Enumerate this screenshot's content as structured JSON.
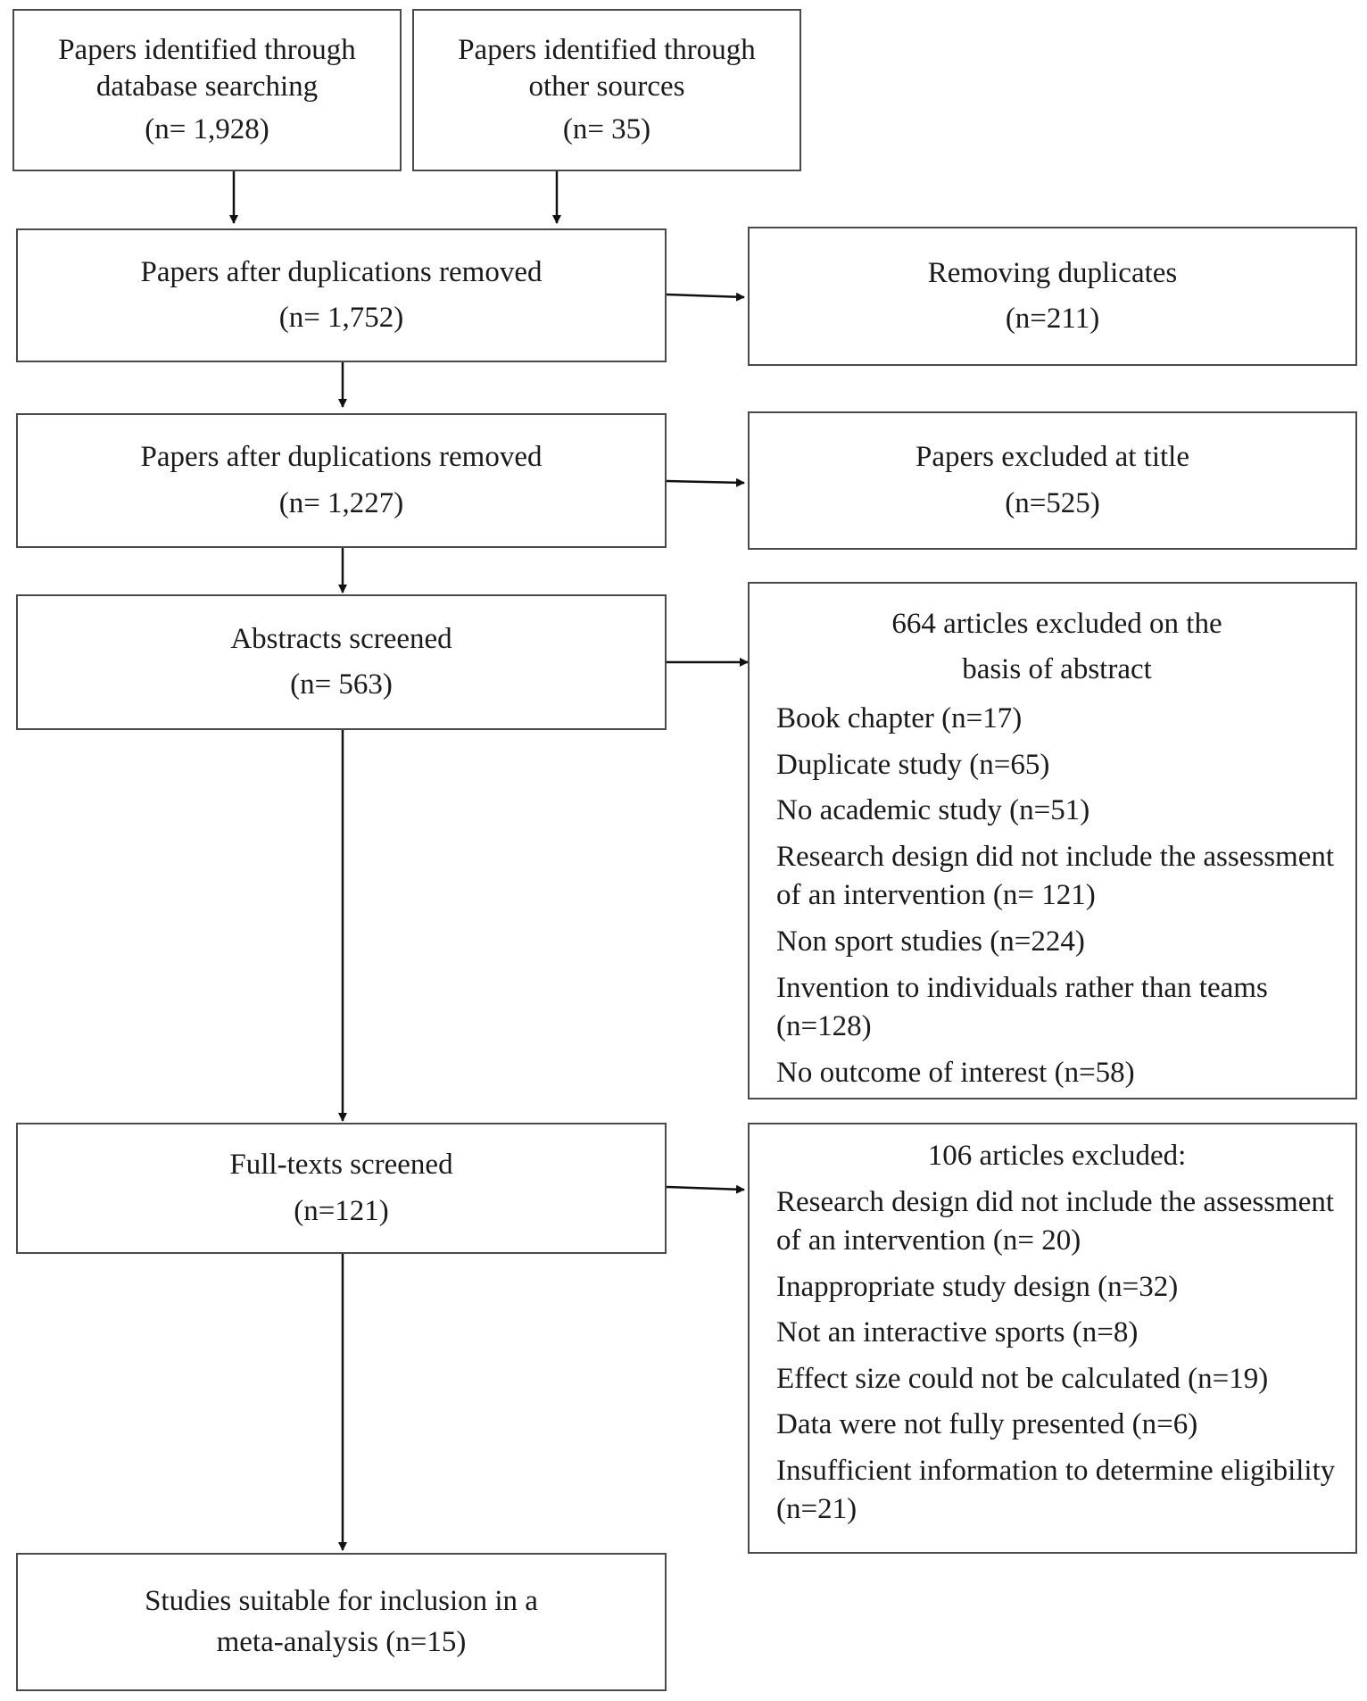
{
  "boxes": {
    "db_search": {
      "line1": "Papers identified through",
      "line2": "database searching",
      "count": "(n= 1,928)"
    },
    "other_sources": {
      "line1": "Papers identified through",
      "line2": "other sources",
      "count": "(n= 35)"
    },
    "after_dup_1": {
      "line1": "Papers after duplications removed",
      "count": "(n= 1,752)"
    },
    "removing_dup": {
      "line1": "Removing duplicates",
      "count": "(n=211)"
    },
    "after_dup_2": {
      "line1": "Papers after duplications removed",
      "count": "(n= 1,227)"
    },
    "excluded_title": {
      "line1": "Papers excluded at title",
      "count": "(n=525)"
    },
    "abstracts": {
      "line1": "Abstracts screened",
      "count": "(n= 563)"
    },
    "excluded_abstract": {
      "heading1": "664 articles excluded on the",
      "heading2": "basis of abstract",
      "items": [
        "Book chapter (n=17)",
        "Duplicate study (n=65)",
        "No academic study (n=51)",
        "Research design did not include the assessment of an intervention (n= 121)",
        "Non sport studies (n=224)",
        "Invention to individuals rather than teams (n=128)",
        "No outcome of interest (n=58)"
      ]
    },
    "fulltexts": {
      "line1": "Full-texts screened",
      "count": "(n=121)"
    },
    "excluded_fulltext": {
      "heading": "106 articles excluded:",
      "items": [
        "Research design did not include the assessment of an intervention (n= 20)",
        "Inappropriate study design (n=32)",
        "Not an interactive sports (n=8)",
        "Effect size could not be calculated (n=19)",
        "Data were not fully presented (n=6)",
        "Insufficient information to determine eligibility (n=21)"
      ]
    },
    "included": {
      "line1": "Studies suitable for inclusion in a",
      "line2": "meta-analysis (n=15)"
    }
  }
}
